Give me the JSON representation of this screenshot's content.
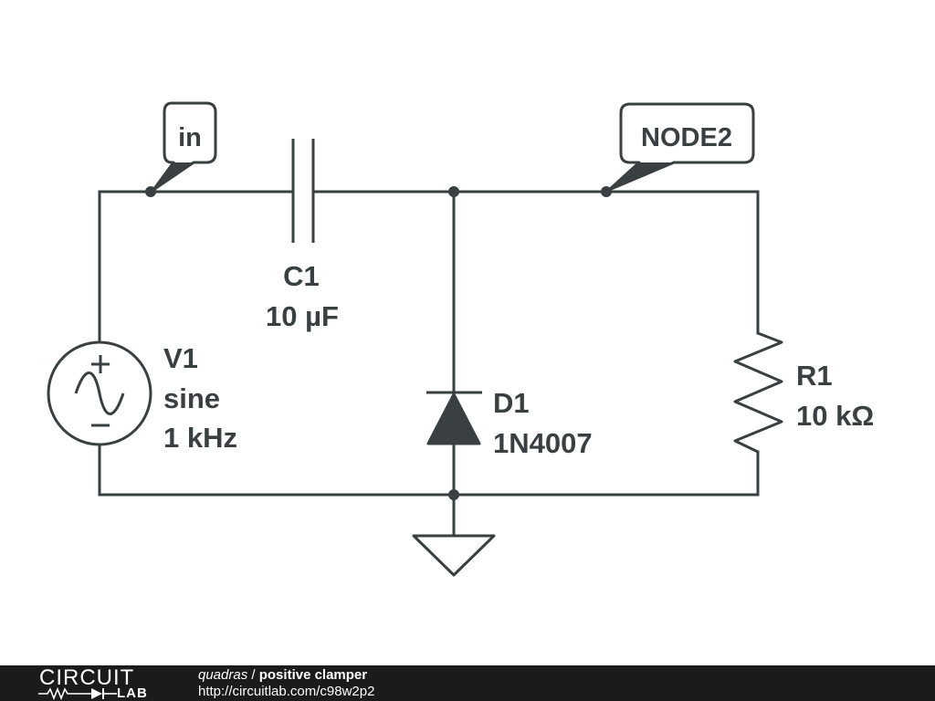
{
  "nodes": {
    "in_label": "in",
    "node2_label": "NODE2"
  },
  "components": {
    "capacitor": {
      "name": "C1",
      "value": "10 µF"
    },
    "source": {
      "name": "V1",
      "type": "sine",
      "frequency": "1 kHz"
    },
    "diode": {
      "name": "D1",
      "part": "1N4007"
    },
    "resistor": {
      "name": "R1",
      "value": "10 kΩ"
    }
  },
  "footer": {
    "logo_top": "CIRCUIT",
    "logo_bottom": "LAB",
    "author": "quadras",
    "separator": " / ",
    "title": "positive clamper",
    "url": "http://circuitlab.com/c98w2p2"
  },
  "colors": {
    "ink": "#3a3f42",
    "footer_bg": "#1b1b1b"
  }
}
